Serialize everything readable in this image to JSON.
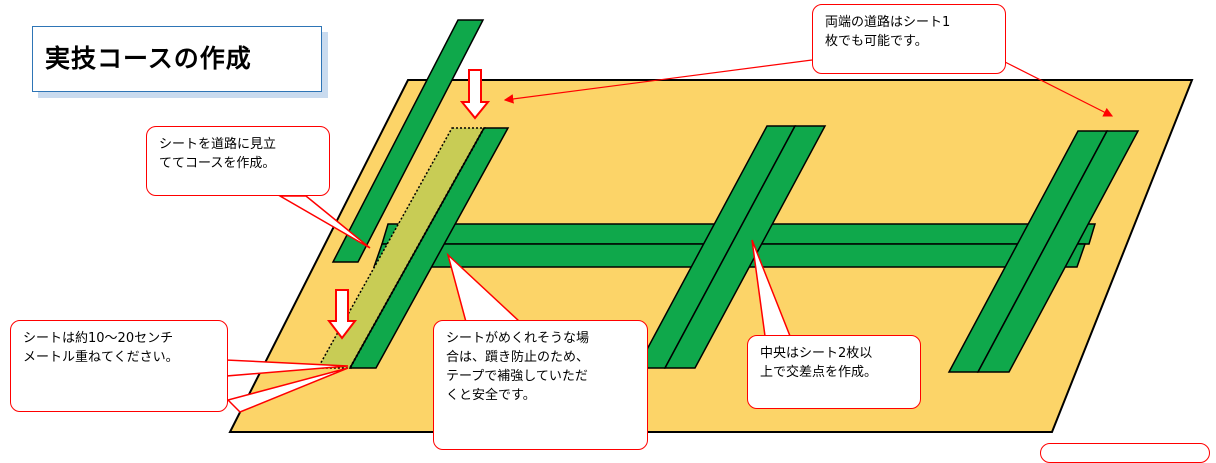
{
  "title": "実技コースの作成",
  "callouts": {
    "ends": "両端の道路はシート1\n枚でも可能です。",
    "road": "シートを道路に見立\nててコースを作成。",
    "overlap": "シートは約10〜20センチ\nメートル重ねてください。",
    "peel": "シートがめくれそうな場\n合は、躓き防止のため、\nテープで補強していただ\nくと安全です。",
    "center": "中央はシート2枚以\n上で交差点を作成。"
  },
  "colors": {
    "floor": "#fcd468",
    "sheet": "#0fa84b",
    "overlap": "#c8cc55",
    "callout_border": "#ff0000",
    "arrow_fill": "#ffffff",
    "arrow_stroke": "#ff0000",
    "title_border": "#2e75b6"
  }
}
